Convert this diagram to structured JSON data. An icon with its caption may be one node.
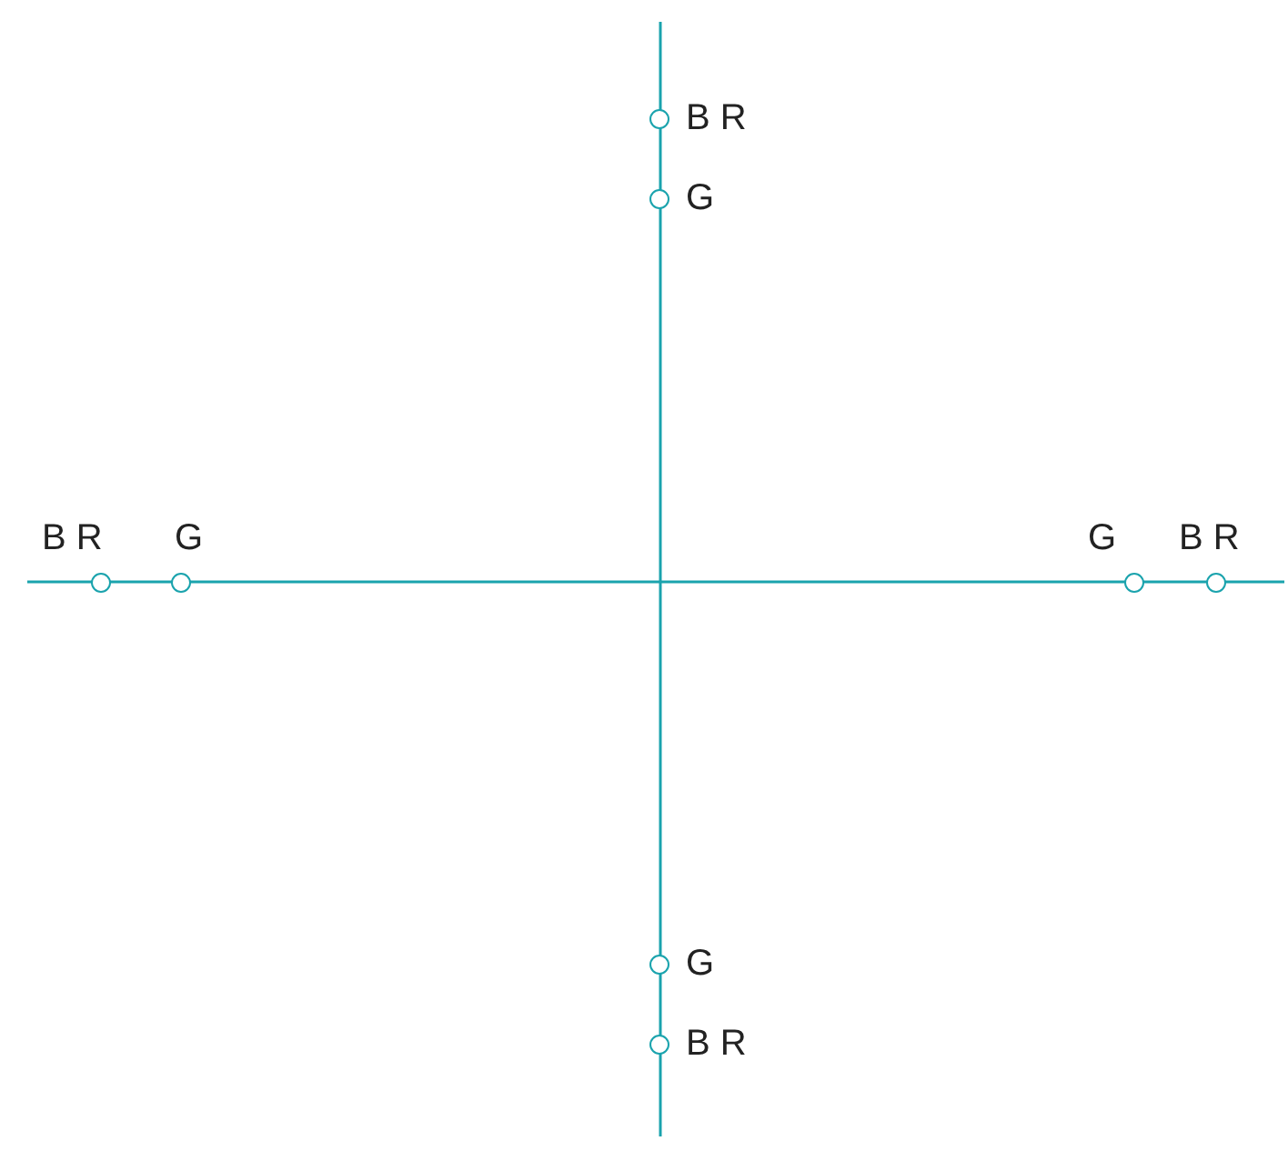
{
  "diagram": {
    "nodes": [
      {
        "text": [],
        "shape": "circle",
        "beside": [
          "B R"
        ]
      },
      {
        "text": [],
        "shape": "circle",
        "beside": [
          "G"
        ]
      },
      {
        "text": [],
        "shape": "circle",
        "beside": [
          "B R"
        ]
      },
      {
        "text": [],
        "shape": "circle",
        "beside": [
          "G"
        ]
      },
      {
        "text": [],
        "shape": "circle",
        "beside": [
          "G"
        ]
      },
      {
        "text": [],
        "shape": "circle",
        "beside": [
          "B R"
        ]
      },
      {
        "text": [],
        "shape": "circle",
        "beside": [
          "G"
        ]
      },
      {
        "text": [],
        "shape": "circle",
        "beside": [
          "B R"
        ]
      }
    ]
  }
}
